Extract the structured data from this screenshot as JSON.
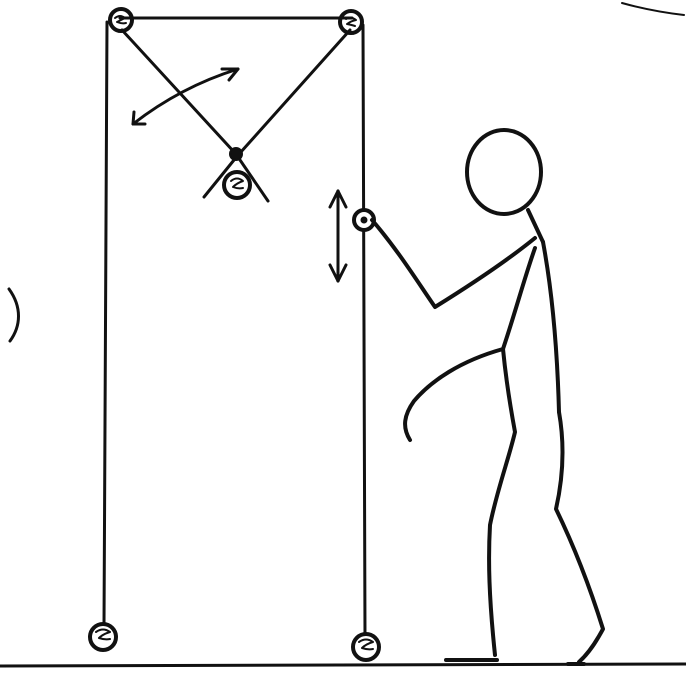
{
  "diagram": {
    "ink_color": "#111111",
    "background_color": "#ffffff",
    "elements": [
      "pulley-frame",
      "top-left-pulley",
      "top-right-pulley",
      "pendulum-bob",
      "swing-arrow",
      "handle-pulley",
      "vertical-motion-arrow",
      "bottom-left-weight",
      "bottom-right-weight",
      "stick-figure",
      "floor-line"
    ]
  }
}
